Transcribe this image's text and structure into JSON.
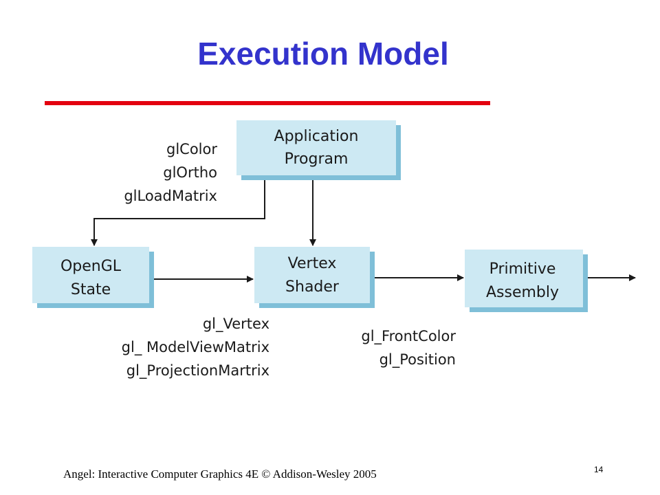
{
  "slide": {
    "title": "Execution Model",
    "footer": "Angel: Interactive Computer Graphics 4E © Addison-Wesley 2005",
    "page_number": "14"
  },
  "diagram": {
    "boxes": {
      "application": [
        "Application",
        "Program"
      ],
      "opengl_state": [
        "OpenGL",
        "State"
      ],
      "vertex_shader": [
        "Vertex",
        "Shader"
      ],
      "primitive_assembly": [
        "Primitive",
        "Assembly"
      ]
    },
    "labels": {
      "app_to_state": [
        "glColor",
        "glOrtho",
        "glLoadMatrix"
      ],
      "state_to_shader": [
        "gl_Vertex",
        "gl_ ModelViewMatrix",
        "gl_ProjectionMartrix"
      ],
      "shader_to_assembly": [
        "gl_FrontColor",
        "gl_Position"
      ]
    },
    "colors": {
      "box_fill": "#cde9f3",
      "box_shadow": "#7fbfd8",
      "title": "#3333cc",
      "rule": "#e3000f",
      "line": "#1a1a1a"
    }
  }
}
